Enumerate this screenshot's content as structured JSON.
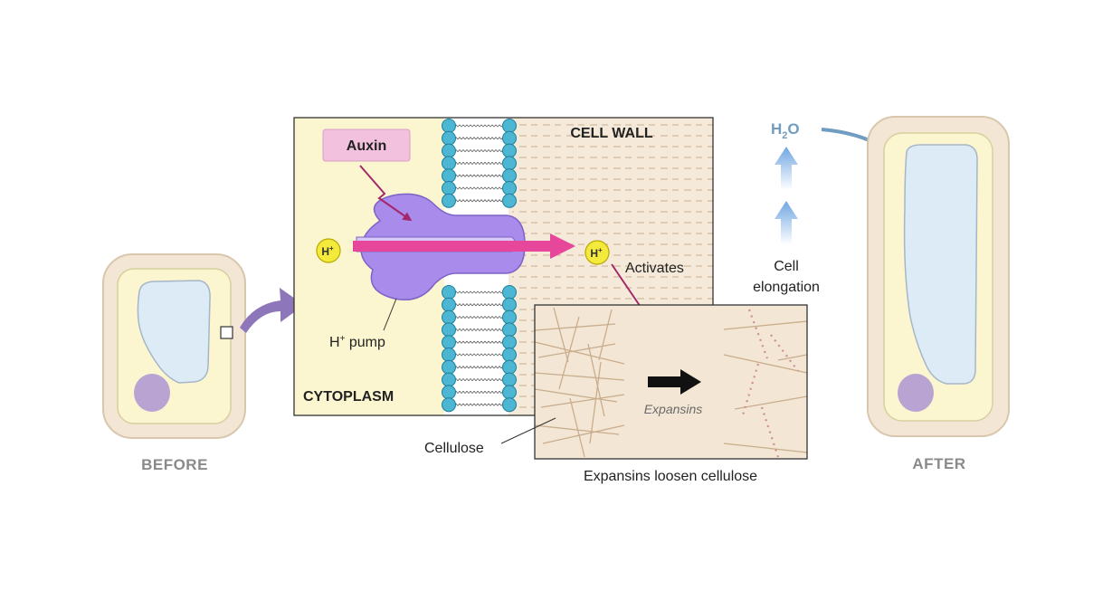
{
  "labels": {
    "before": "BEFORE",
    "after": "AFTER",
    "auxin": "Auxin",
    "cell_wall": "CELL WALL",
    "cytoplasm": "CYTOPLASM",
    "h_plus": "H",
    "h_plus_sup": "+",
    "h_pump": "H",
    "h_pump_sup": "+",
    "h_pump_rest": " pump",
    "activates": "Activates",
    "expansins": "Expansins",
    "cellulose": "Cellulose",
    "expansins_loosen": "Expansins loosen cellulose",
    "water_h": "H",
    "water_sub": "2",
    "water_o": "O",
    "cell_elongation_line1": "Cell",
    "cell_elongation_line2": "elongation"
  },
  "colors": {
    "cell_wall_outer": "#f3e6d4",
    "cell_wall_stroke": "#d9c7ad",
    "cytoplasm": "#fbf6cf",
    "vacuole": "#dcebf6",
    "vacuole_stroke": "#a6b6c8",
    "nucleus": "#b9a3d3",
    "pump": "#a98bec",
    "pump_stroke": "#7e62c6",
    "proton_arrow": "#e7479a",
    "proton_fill": "#f4ea3c",
    "lipid_head": "#4cb6d3",
    "auxin_box": "#f2c1dd",
    "signal_arrow": "#a4276a",
    "zoom_arrow": "#8d76ba",
    "water_arrow": "#6f9cc0",
    "up_arrow": "#7fb2e5",
    "gray_label": "#8a8a8a"
  }
}
